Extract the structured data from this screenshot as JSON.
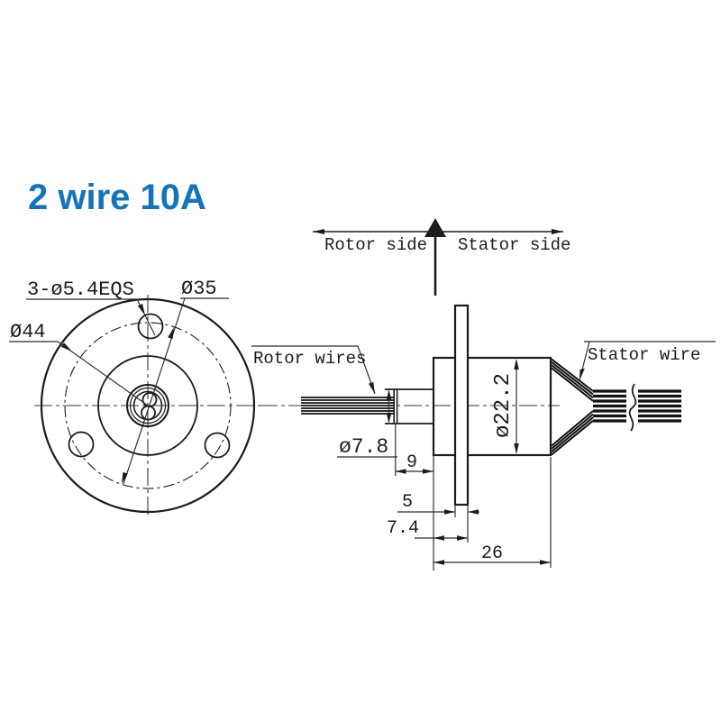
{
  "title": "2 wire 10A",
  "colors": {
    "title": "#1274bc",
    "line": "#1c1c1c",
    "background": "#ffffff"
  },
  "top_arrow": {
    "left_label": "Rotor side",
    "right_label": "Stator side"
  },
  "front_view": {
    "bolt_holes_label": "3-ø5.4EQS",
    "bolt_circle_dia_label": "Ø35",
    "outer_dia_label": "Ø44"
  },
  "side_view": {
    "rotor_wires_label": "Rotor wires",
    "stator_wires_label": "Stator wire",
    "shaft_dia_label": "ø7.8",
    "body_dia_label": "ø22.2",
    "dim_shaft_length": "9",
    "dim_flange_thickness": "5",
    "dim_flange_offset": "7.4",
    "dim_body_length": "26"
  }
}
